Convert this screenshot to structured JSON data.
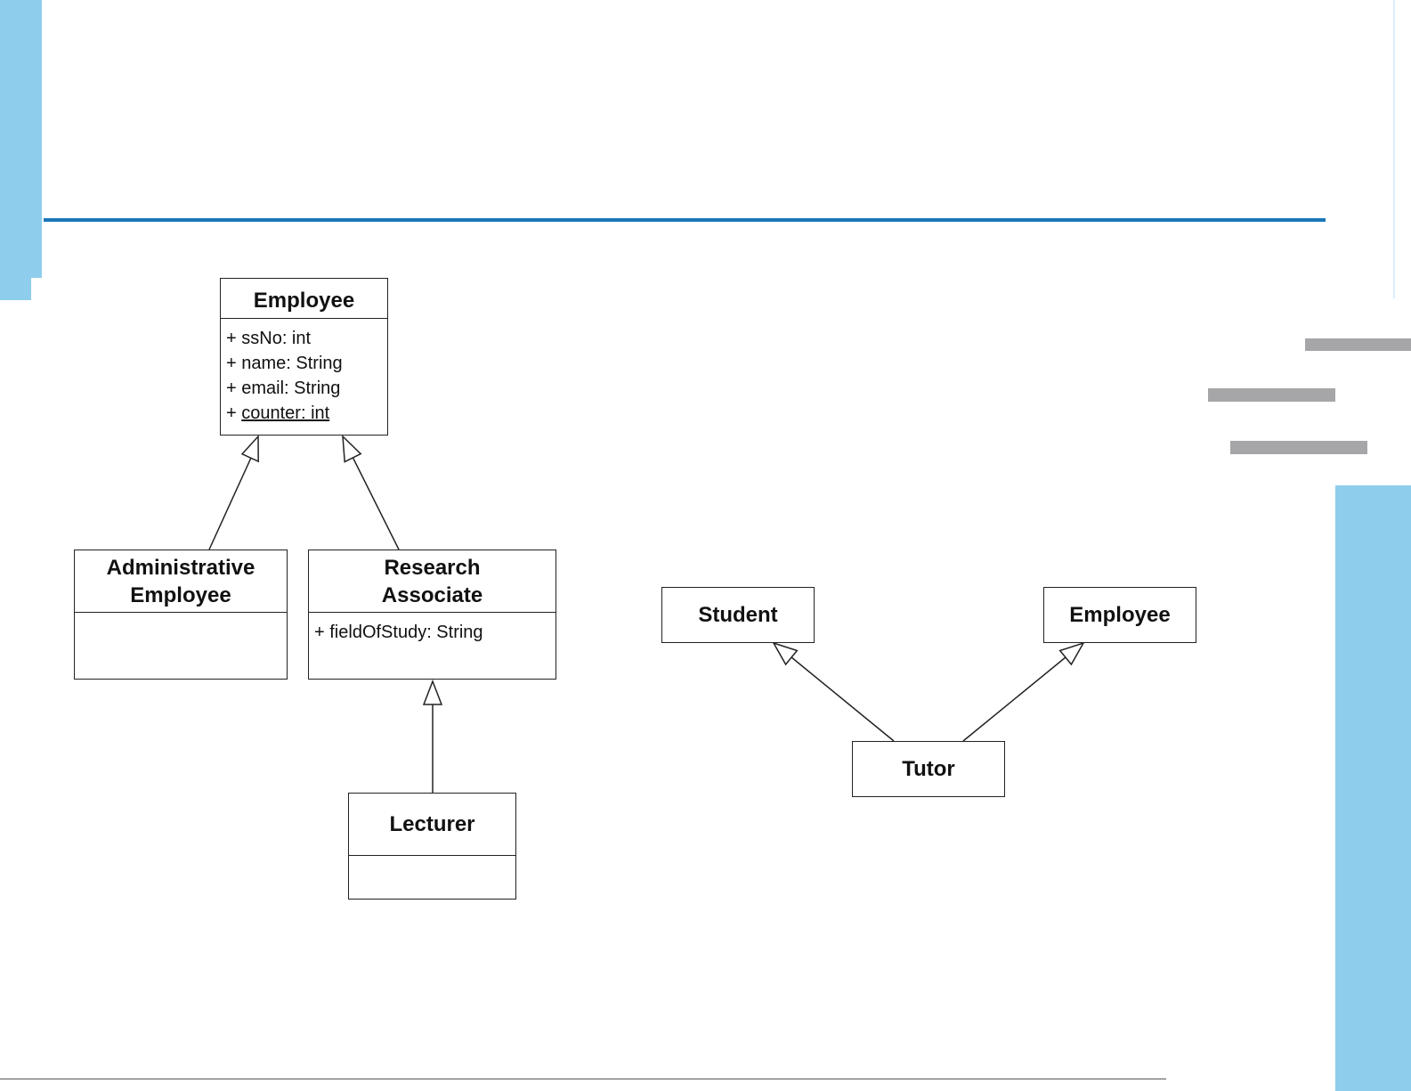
{
  "left_diagram": {
    "employee": {
      "name": "Employee",
      "attributes": [
        {
          "visibility": "+",
          "text": "ssNo: int",
          "static": false
        },
        {
          "visibility": "+",
          "text": "name: String",
          "static": false
        },
        {
          "visibility": "+",
          "text": "email: String",
          "static": false
        },
        {
          "visibility": "+",
          "text": "counter: int",
          "static": true
        }
      ]
    },
    "administrative_employee": {
      "name_line1": "Administrative",
      "name_line2": "Employee"
    },
    "research_associate": {
      "name_line1": "Research",
      "name_line2": "Associate",
      "attributes": [
        {
          "visibility": "+",
          "text": "fieldOfStudy: String"
        }
      ]
    },
    "lecturer": {
      "name": "Lecturer"
    }
  },
  "right_diagram": {
    "student": {
      "name": "Student"
    },
    "employee": {
      "name": "Employee"
    },
    "tutor": {
      "name": "Tutor"
    }
  },
  "colors": {
    "accent": "#8ecdec",
    "rule": "#1a76b8",
    "gray_bar": "#a6a6a8"
  }
}
